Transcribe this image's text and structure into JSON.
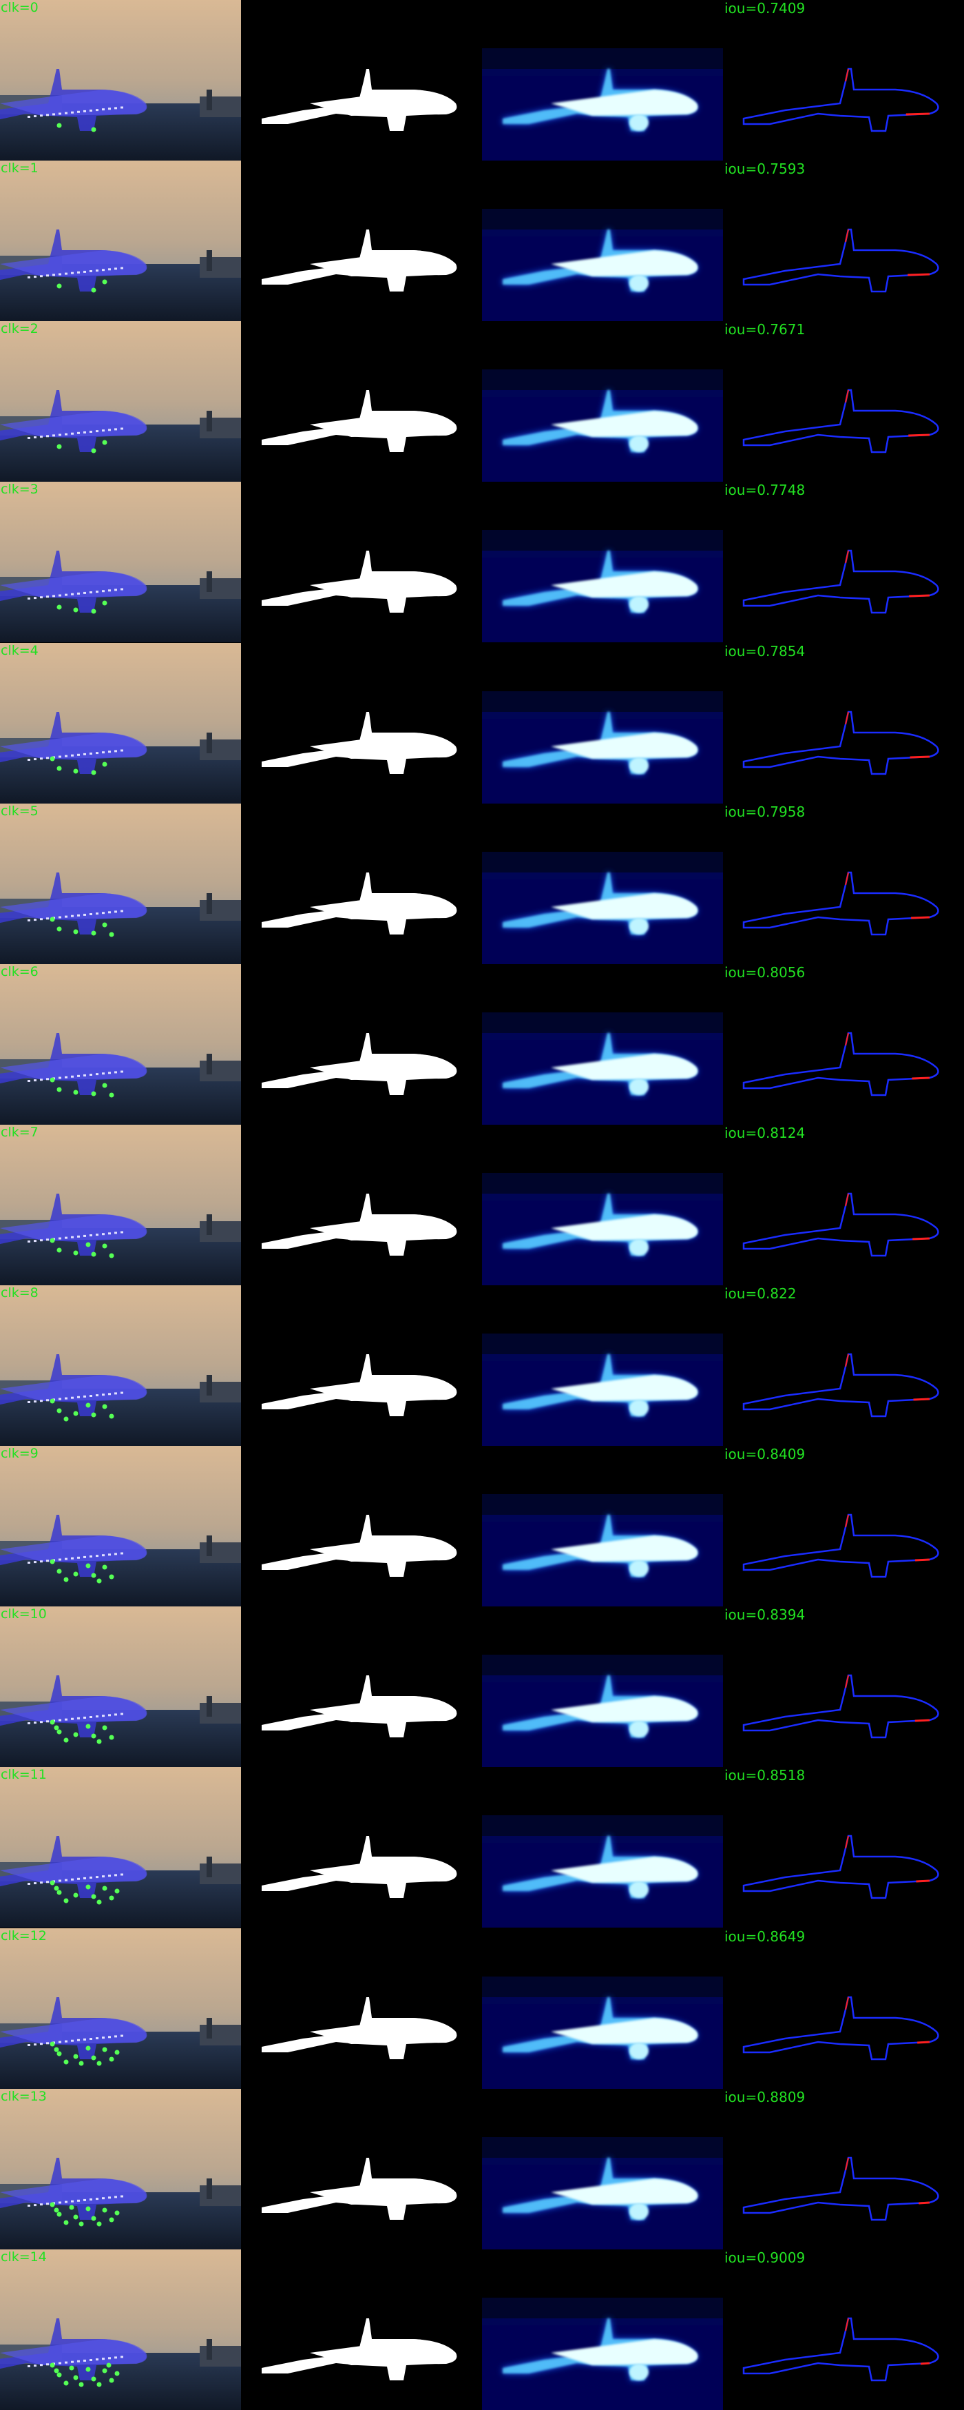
{
  "rows": [
    {
      "clk": "clk=0",
      "iou": "iou=0.7409",
      "iou_value": 0.7409,
      "dots": 2
    },
    {
      "clk": "clk=1",
      "iou": "iou=0.7593",
      "iou_value": 0.7593,
      "dots": 3
    },
    {
      "clk": "clk=2",
      "iou": "iou=0.7671",
      "iou_value": 0.7671,
      "dots": 3
    },
    {
      "clk": "clk=3",
      "iou": "iou=0.7748",
      "iou_value": 0.7748,
      "dots": 4
    },
    {
      "clk": "clk=4",
      "iou": "iou=0.7854",
      "iou_value": 0.7854,
      "dots": 5
    },
    {
      "clk": "clk=5",
      "iou": "iou=0.7958",
      "iou_value": 0.7958,
      "dots": 6
    },
    {
      "clk": "clk=6",
      "iou": "iou=0.8056",
      "iou_value": 0.8056,
      "dots": 6
    },
    {
      "clk": "clk=7",
      "iou": "iou=0.8124",
      "iou_value": 0.8124,
      "dots": 7
    },
    {
      "clk": "clk=8",
      "iou": "iou=0.822",
      "iou_value": 0.822,
      "dots": 8
    },
    {
      "clk": "clk=9",
      "iou": "iou=0.8409",
      "iou_value": 0.8409,
      "dots": 9
    },
    {
      "clk": "clk=10",
      "iou": "iou=0.8394",
      "iou_value": 0.8394,
      "dots": 10
    },
    {
      "clk": "clk=11",
      "iou": "iou=0.8518",
      "iou_value": 0.8518,
      "dots": 11
    },
    {
      "clk": "clk=12",
      "iou": "iou=0.8649",
      "iou_value": 0.8649,
      "dots": 12
    },
    {
      "clk": "clk=13",
      "iou": "iou=0.8809",
      "iou_value": 0.8809,
      "dots": 13
    },
    {
      "clk": "clk=14",
      "iou": "iou=0.9009",
      "iou_value": 0.9009,
      "dots": 14
    }
  ],
  "colors": {
    "label_green": "#22e022",
    "sky_top": "#d8b896",
    "sky_bottom": "#8f9aa0",
    "airplane_overlay": "#3a3ad0",
    "mask_white": "#ffffff",
    "heat_low": "#00007a",
    "heat_high": "#e8ffff",
    "contour_blue": "#1a2cff",
    "error_red": "#ff2020",
    "click_dot": "#55ff55"
  }
}
